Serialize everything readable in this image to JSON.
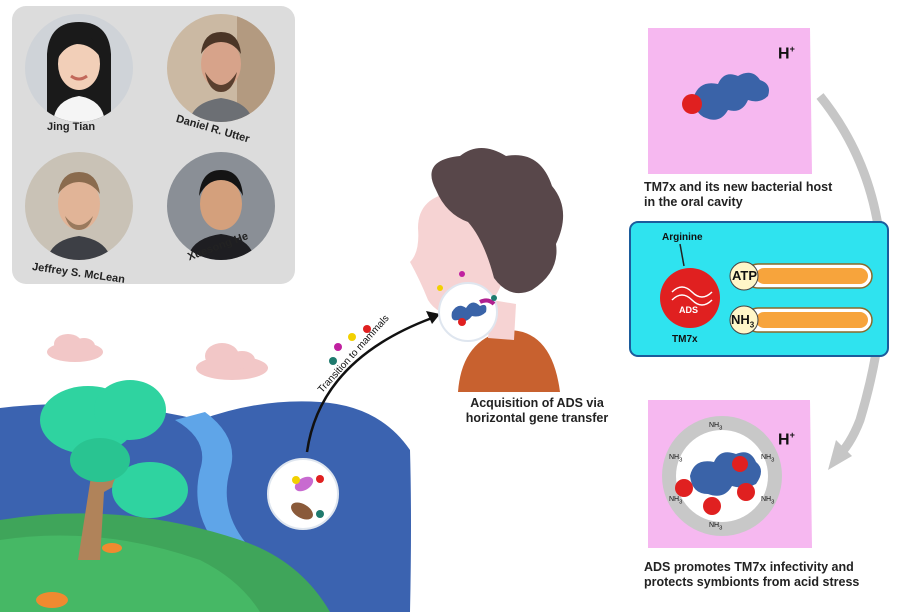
{
  "people": [
    {
      "name": "Jing Tian"
    },
    {
      "name": "Daniel R. Utter"
    },
    {
      "name": "Jeffrey S. McLean"
    },
    {
      "name": "Xuesong He"
    }
  ],
  "transition_label": "Transition to mammals",
  "acquisition_caption": {
    "line1": "Acquisition of ADS via",
    "line2": "horizontal gene transfer"
  },
  "top_right": {
    "ion_label": "H",
    "ion_charge": "+",
    "caption_line1": "TM7x and its new bacterial host",
    "caption_line2": "in the oral cavity"
  },
  "ads_box": {
    "substrate_label": "Arginine",
    "enzyme_label": "ADS",
    "organism_label": "TM7x",
    "output1": "ATP",
    "output2_main": "NH",
    "output2_sub": "3",
    "background_color": "#2fe3ef"
  },
  "bottom_right": {
    "ion_label": "H",
    "ion_charge": "+",
    "nh_main": "NH",
    "nh_sub": "3",
    "caption_line1": "ADS promotes TM7x infectivity and",
    "caption_line2": "protects symbionts from acid stress"
  },
  "colors": {
    "host_bacterium": "#3a63a8",
    "tm7x_cell": "#e02020",
    "cloud_pink": "#f6b8f0",
    "landscape_blue": "#3b63b0",
    "grass": "#3fa55a",
    "tree": "#2fd3a0"
  }
}
